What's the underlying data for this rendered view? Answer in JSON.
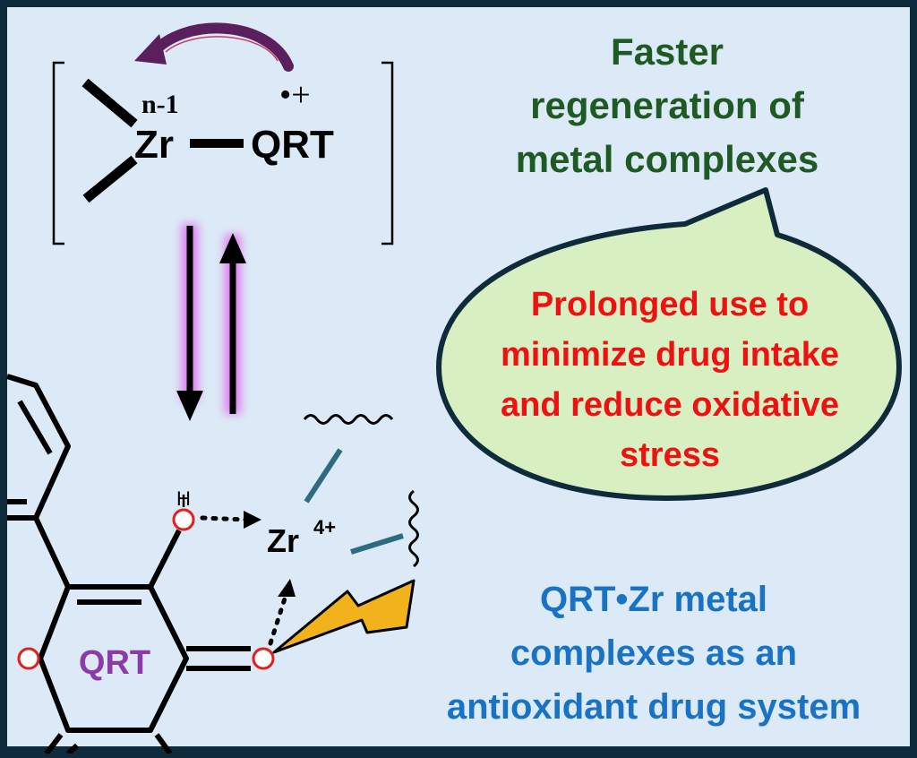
{
  "complex": {
    "metal": "Zr",
    "ligand": "QRT",
    "charge_superscript": "n-1",
    "radical_cation": "•+"
  },
  "headline": {
    "lines": [
      "Faster",
      "regeneration of",
      "metal complexes"
    ],
    "color": "#1f5a24"
  },
  "speech_bubble": {
    "lines": [
      "Prolonged use to",
      "minimize drug intake",
      "and reduce oxidative",
      "stress"
    ],
    "text_color": "#ee1111",
    "fill": "#d8efc2"
  },
  "molecule": {
    "ring_label": "QRT",
    "ring_label_color": "#8c3aa8",
    "hydroxyl_h": "H",
    "metal_ion": "Zr",
    "metal_charge": "4+",
    "oxygen_color": "#e02020"
  },
  "caption": {
    "lines": [
      "QRT•Zr metal",
      "complexes as an",
      "antioxidant drug system"
    ],
    "color": "#1a72c4"
  },
  "colors": {
    "background": "#dce9f6",
    "border": "#0f2a3a",
    "curved_arrow": "#5a1f5c",
    "arrow_glow": "#e070f0",
    "bond_teal": "#2e6b82",
    "lightning": "#f2b21b"
  }
}
